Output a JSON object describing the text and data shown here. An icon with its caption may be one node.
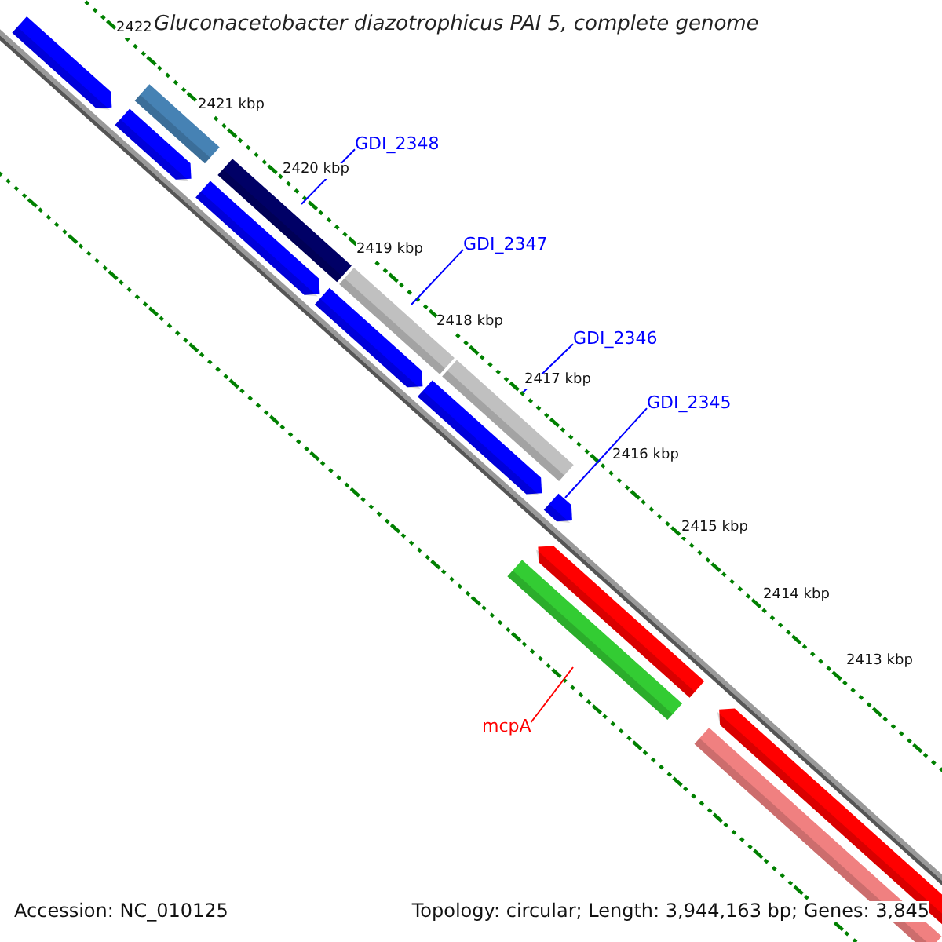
{
  "diagram": {
    "title": "Gluconacetobacter diazotrophicus PAI 5, complete genome",
    "nodes": [
      {
        "text": [],
        "shape": "arrow"
      },
      {
        "text": [],
        "shape": "bar"
      },
      {
        "text": [],
        "shape": "arrow"
      },
      {
        "text": [
          "GDI_2348"
        ]
      },
      {
        "text": [],
        "shape": "bar"
      },
      {
        "text": [],
        "shape": "arrow"
      },
      {
        "text": [
          "GDI_2347"
        ]
      },
      {
        "text": [],
        "shape": "bar"
      },
      {
        "text": [],
        "shape": "arrow"
      },
      {
        "text": [
          "GDI_2346"
        ]
      },
      {
        "text": [],
        "shape": "bar"
      },
      {
        "text": [],
        "shape": "arrow"
      },
      {
        "text": [
          "GDI_2345"
        ]
      },
      {
        "text": [],
        "shape": "arrow"
      },
      {
        "text": [],
        "shape": "arrow"
      },
      {
        "text": [
          "mcpA"
        ]
      },
      {
        "text": [],
        "shape": "bar"
      },
      {
        "text": [],
        "shape": "arrow"
      },
      {
        "text": [],
        "shape": "bar"
      }
    ],
    "edges": [
      {
        "from": 3,
        "to": 4,
        "arrow": "none"
      },
      {
        "from": 6,
        "to": 7,
        "arrow": "none"
      },
      {
        "from": 9,
        "to": 10,
        "arrow": "none"
      },
      {
        "from": 12,
        "to": 13,
        "arrow": "none"
      },
      {
        "from": 15,
        "to": 16,
        "arrow": "none",
        "color": "#ff0000"
      }
    ],
    "labels": [
      "2422",
      "2421 kbp",
      "2420 kbp",
      "2419 kbp",
      "2418 kbp",
      "2417 kbp",
      "2416 kbp",
      "2415 kbp",
      "2414 kbp",
      "2413 kbp",
      "Accession: NC_010125",
      "Topology: circular; Length: 3,944,163 bp; Genes: 3,845"
    ]
  }
}
